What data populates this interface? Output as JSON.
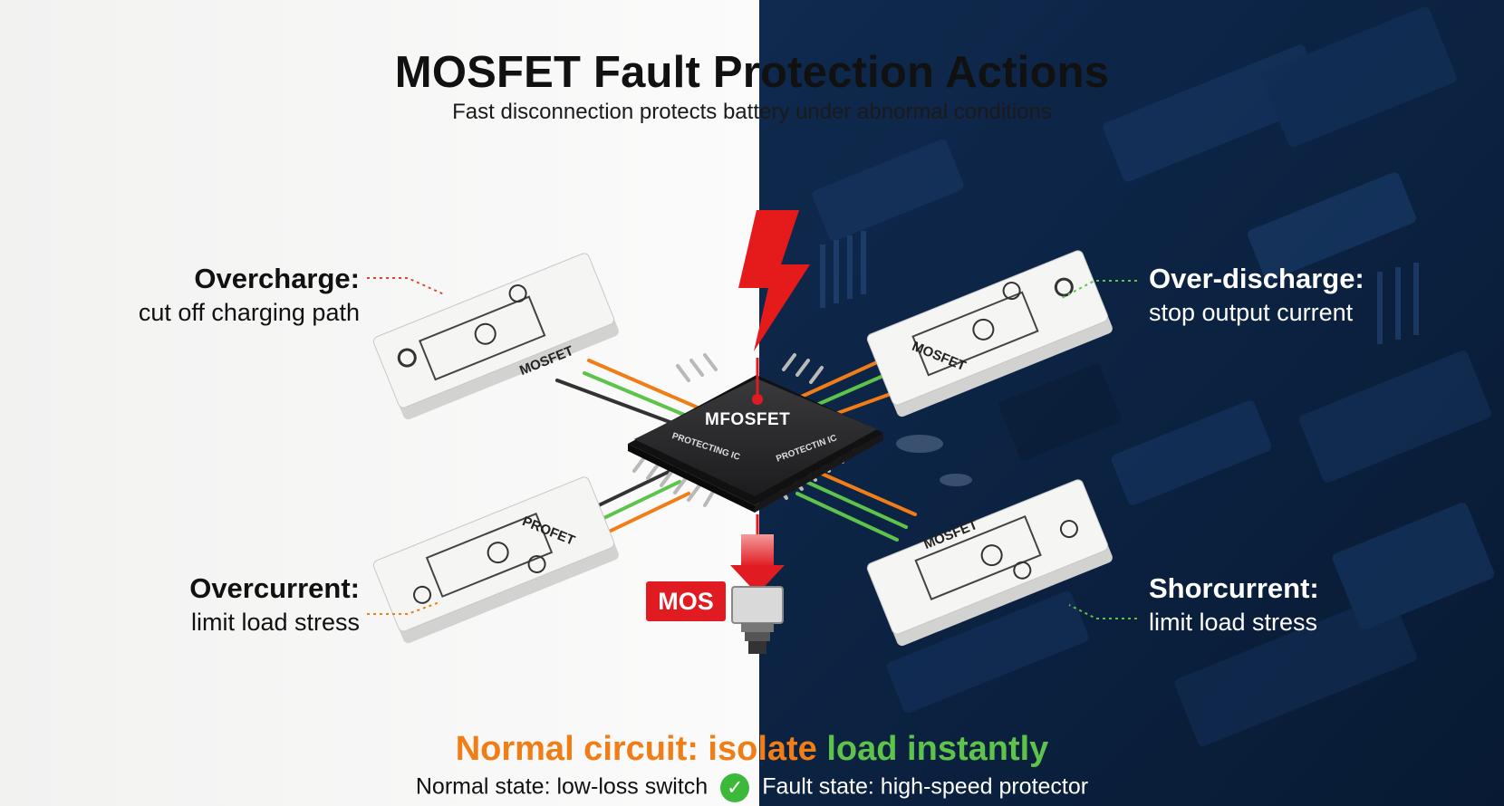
{
  "title": "MOSFET Fault Protection Actions",
  "subtitle": "Fast disconnection protects battery under abnormal conditions",
  "chip": {
    "name": "MFOSFET",
    "left_text": "PROTECTING IC",
    "right_text": "PROTECTIN IC"
  },
  "modules": {
    "top_left": "MOSFET",
    "top_right": "MOSFET",
    "bottom_left": "PROFET",
    "bottom_right": "MOSFET"
  },
  "labels": {
    "overcharge": {
      "heading": "Overcharge:",
      "sub": "cut off charging path"
    },
    "over_discharge": {
      "heading": "Over-discharge:",
      "sub": "stop output current"
    },
    "overcurrent": {
      "heading": "Overcurrent:",
      "sub": "limit load stress"
    },
    "short_current": {
      "heading": "Shorcurrent:",
      "sub": "limit load stress"
    }
  },
  "mos_badge": "MOS",
  "footer": {
    "normal_part1": "Normal circuit: isolate ",
    "normal_part2": "load instantly",
    "normal_state": "Normal state: low-loss switch",
    "fault_state": "Fault state: high-speed protector"
  },
  "colors": {
    "orange": "#f07d15",
    "green": "#5ec34a",
    "red": "#e01b22",
    "navy": "#0d2547"
  },
  "icons": [
    "lightning-bolt-icon",
    "check-circle-icon",
    "down-arrow-icon",
    "connector-icon"
  ]
}
